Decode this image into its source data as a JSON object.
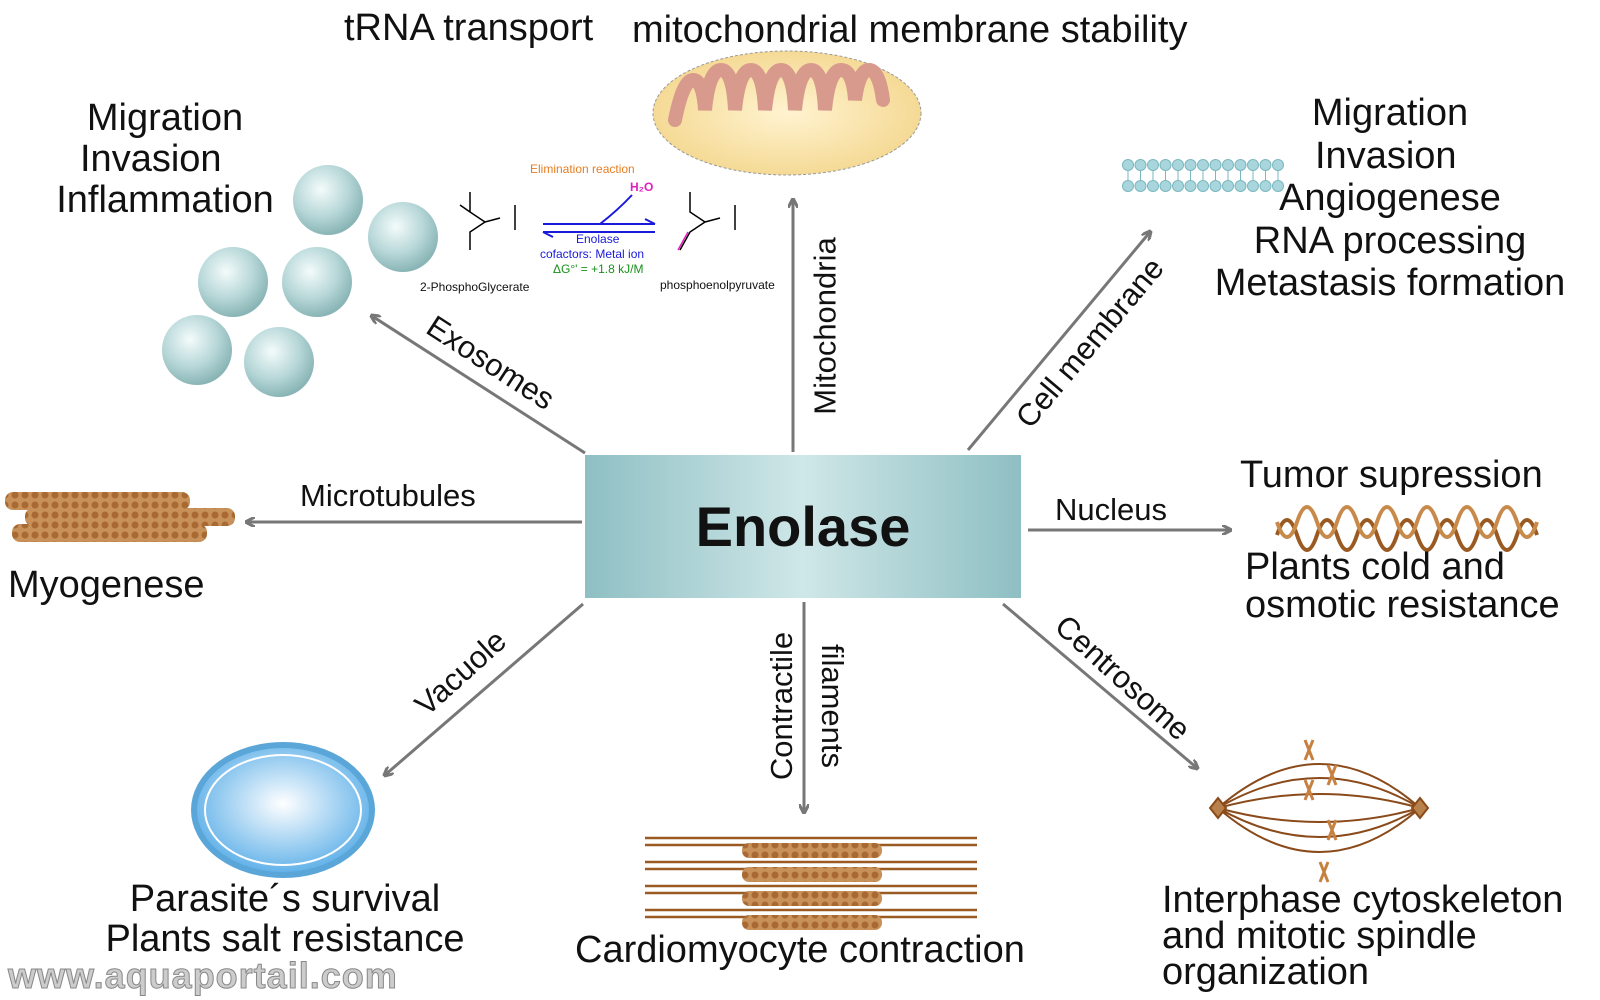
{
  "center": {
    "title": "Enolase"
  },
  "top_labels": {
    "trna": "tRNA transport",
    "mito_stability": "mitochondrial membrane stability"
  },
  "exosome_effects": [
    "Migration",
    "Invasion",
    "Inflammation"
  ],
  "membrane_effects": [
    "Migration",
    "Invasion",
    "Angiogenese",
    "RNA processing",
    "Metastasis formation"
  ],
  "arrows": {
    "exosomes": "Exosomes",
    "mitochondria": "Mitochondria",
    "cell_membrane": "Cell membrane",
    "microtubules": "Microtubules",
    "nucleus": "Nucleus",
    "vacuole": "Vacuole",
    "contractile_1": "Contractile",
    "contractile_2": "filaments",
    "centrosome": "Centrosome"
  },
  "outcomes": {
    "myogenese": "Myogenese",
    "tumor": "Tumor supression",
    "plants_cold_1": "Plants cold and",
    "plants_cold_2": "osmotic resistance",
    "parasite_1": "Parasite´s survival",
    "parasite_2": "Plants salt resistance",
    "cardio": "Cardiomyocyte contraction",
    "interphase_1": "Interphase cytoskeleton",
    "interphase_2": "and  mitotic spindle",
    "interphase_3": "organization"
  },
  "reaction": {
    "elimination": "Elimination reaction",
    "water": "H₂O",
    "enzyme": "Enolase",
    "cofactors": "cofactors: Metal ion",
    "delta_g": "ΔG°' = +1.8 kJ/M",
    "substrate": "2-PhosphoGlycerate",
    "product": "phosphoenolpyruvate"
  },
  "watermark": "www.aquaportail.com",
  "colors": {
    "arrow": "#777777",
    "box": "#a9d3d5",
    "brown": "#9a5a22",
    "elimination": "#e67e22",
    "enzyme": "#1a1adb",
    "delta_g": "#1a8f1a",
    "highlight": "#e020c0"
  }
}
